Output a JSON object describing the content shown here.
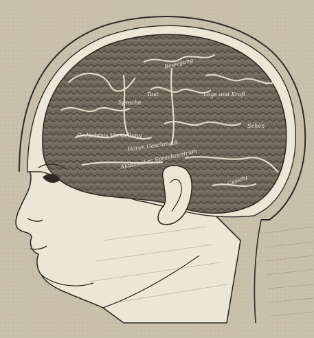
{
  "figure": {
    "subject": "head-profile-brain-illustration",
    "colors": {
      "paper": "#c9c0ab",
      "skin": "#ece6d6",
      "ink": "#2e2a24",
      "brain_dark": "#4a443b",
      "brain_light": "#d9d2c2"
    },
    "labels": {
      "region_top": "Bewegung",
      "region_center_left": "Sprache",
      "region_center": "Tast",
      "region_right": "Lage und Kraft",
      "region_far_right": "Sehen",
      "region_left_frontal": "Gedächtnis Vorstellung",
      "region_temporal": "Hören Geschmack",
      "region_lower": "Akustisches Sprachzentrum",
      "region_occipital": "Gesicht"
    }
  }
}
